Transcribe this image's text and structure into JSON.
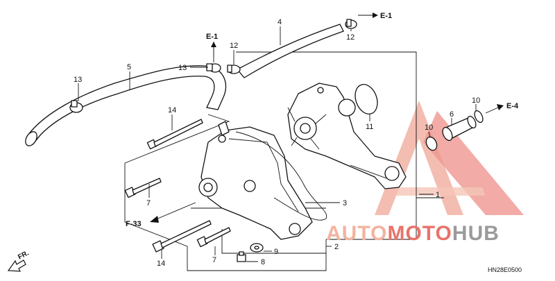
{
  "callouts": {
    "c1": "1",
    "c2": "2",
    "c3": "3",
    "c4": "4",
    "c5": "5",
    "c6": "6",
    "c7a": "7",
    "c7b": "7",
    "c8": "8",
    "c9": "9",
    "c10a": "10",
    "c10b": "10",
    "c11": "11",
    "c12a": "12",
    "c12b": "12",
    "c13a": "13",
    "c13b": "13",
    "c14a": "14",
    "c14b": "14"
  },
  "refs": {
    "e1_top": "E-1",
    "e1_mid": "E-1",
    "e4": "E-4",
    "f33": "F-33",
    "fr": "FR."
  },
  "drawing_code": "HN28E0500",
  "watermark": {
    "brand_left": "AUTO",
    "brand_mid": "MOTO",
    "brand_right": "HUB",
    "color_accent": "#e8736a",
    "color_light": "#f2b3a0",
    "color_gray": "#9a9a9a"
  }
}
